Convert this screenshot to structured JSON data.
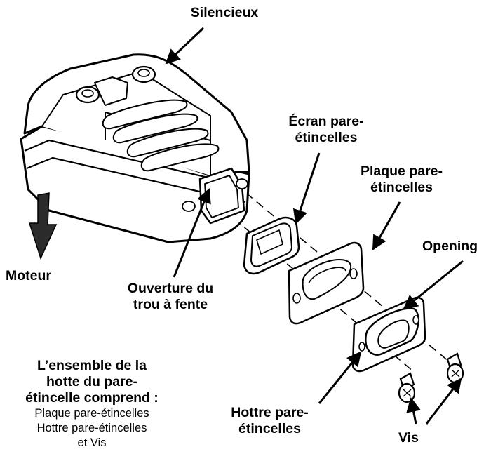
{
  "labels": {
    "silencieux": "Silencieux",
    "ecran_l1": "Écran pare-",
    "ecran_l2": "étincelles",
    "plaque_l1": "Plaque pare-",
    "plaque_l2": "étincelles",
    "opening": "Opening",
    "moteur": "Moteur",
    "ouverture_l1": "Ouverture du",
    "ouverture_l2": "trou à fente",
    "hottre_l1": "Hottre pare-",
    "hottre_l2": "étincelles",
    "vis": "Vis"
  },
  "assembly": {
    "heading_l1": "L’ensemble de la",
    "heading_l2": "hotte du pare-",
    "heading_l3": "étincelle comprend :",
    "item_1": "Plaque pare-étincelles",
    "item_2": "Hottre pare-étincelles",
    "item_3": "et Vis"
  }
}
